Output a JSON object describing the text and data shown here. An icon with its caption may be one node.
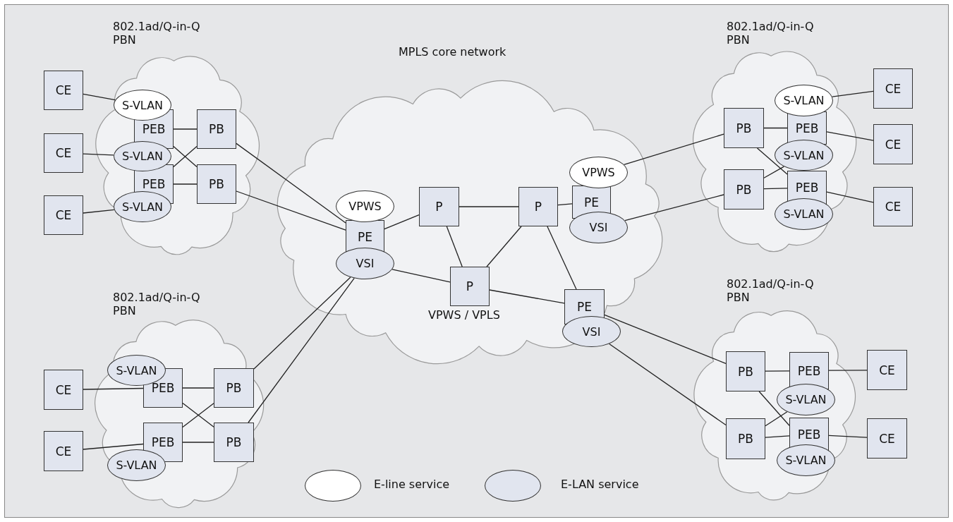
{
  "diagram": {
    "nodes": [
      {
        "text": [
          "802.1ad/Q-in-Q PBN"
        ]
      },
      {
        "text": [
          "CE"
        ]
      },
      {
        "text": [
          "S-VLAN"
        ],
        "in": 0
      },
      {
        "text": [
          "PEB"
        ],
        "in": 0
      },
      {
        "text": [
          "PB"
        ],
        "in": 0
      },
      {
        "text": [
          "CE"
        ]
      },
      {
        "text": [
          "S-VLAN"
        ],
        "in": 0
      },
      {
        "text": [
          "PEB"
        ],
        "in": 0
      },
      {
        "text": [
          "PB"
        ],
        "in": 0
      },
      {
        "text": [
          "CE"
        ]
      },
      {
        "text": [
          "S-VLAN"
        ],
        "in": 0
      },
      {
        "text": [
          "MPLS core network",
          "VPWS / VPLS"
        ]
      },
      {
        "text": [
          "VPWS"
        ],
        "in": 11
      },
      {
        "text": [
          "PE"
        ],
        "in": 11
      },
      {
        "text": [
          "VSI"
        ],
        "in": 11
      },
      {
        "text": [
          "P"
        ],
        "in": 11
      },
      {
        "text": [
          "P"
        ],
        "in": 11
      },
      {
        "text": [
          "VPWS"
        ],
        "in": 11
      },
      {
        "text": [
          "PE"
        ],
        "in": 11
      },
      {
        "text": [
          "VSI"
        ],
        "in": 11
      },
      {
        "text": [
          "P"
        ],
        "in": 11
      },
      {
        "text": [
          "PE"
        ],
        "in": 11
      },
      {
        "text": [
          "VSI"
        ],
        "in": 11
      },
      {
        "text": [
          "802.1ad/Q-in-Q PBN"
        ]
      },
      {
        "text": [
          "S-VLAN"
        ],
        "in": 23
      },
      {
        "text": [
          "PB"
        ],
        "in": 23
      },
      {
        "text": [
          "PEB"
        ],
        "in": 23
      },
      {
        "text": [
          "S-VLAN"
        ],
        "in": 23
      },
      {
        "text": [
          "PB"
        ],
        "in": 23
      },
      {
        "text": [
          "PEB"
        ],
        "in": 23
      },
      {
        "text": [
          "S-VLAN"
        ],
        "in": 23
      },
      {
        "text": [
          "CE"
        ]
      },
      {
        "text": [
          "CE"
        ]
      },
      {
        "text": [
          "CE"
        ]
      },
      {
        "text": [
          "802.1ad/Q-in-Q PBN"
        ]
      },
      {
        "text": [
          "S-VLAN"
        ],
        "in": 34
      },
      {
        "text": [
          "CE"
        ]
      },
      {
        "text": [
          "PEB"
        ],
        "in": 34
      },
      {
        "text": [
          "PB"
        ],
        "in": 34
      },
      {
        "text": [
          "CE"
        ]
      },
      {
        "text": [
          "PEB"
        ],
        "in": 34
      },
      {
        "text": [
          "PB"
        ],
        "in": 34
      },
      {
        "text": [
          "S-VLAN"
        ],
        "in": 34
      },
      {
        "text": [
          "802.1ad/Q-in-Q PBN"
        ]
      },
      {
        "text": [
          "PB"
        ],
        "in": 43
      },
      {
        "text": [
          "PEB"
        ],
        "in": 43
      },
      {
        "text": [
          "CE"
        ]
      },
      {
        "text": [
          "S-VLAN"
        ],
        "in": 43
      },
      {
        "text": [
          "PB"
        ],
        "in": 43
      },
      {
        "text": [
          "PEB"
        ],
        "in": 43
      },
      {
        "text": [
          "CE"
        ]
      },
      {
        "text": [
          "S-VLAN"
        ],
        "in": 43
      }
    ],
    "edges": [
      {
        "from": 1,
        "to": 2,
        "arrow": "none"
      },
      {
        "from": 5,
        "to": 6,
        "arrow": "none"
      },
      {
        "from": 9,
        "to": 10,
        "arrow": "none"
      },
      {
        "from": 3,
        "to": 4,
        "arrow": "none"
      },
      {
        "from": 3,
        "to": 8,
        "arrow": "none"
      },
      {
        "from": 7,
        "to": 4,
        "arrow": "none"
      },
      {
        "from": 7,
        "to": 8,
        "arrow": "none"
      },
      {
        "from": 4,
        "to": 13,
        "arrow": "none"
      },
      {
        "from": 8,
        "to": 13,
        "arrow": "none"
      },
      {
        "from": 13,
        "to": 15,
        "arrow": "none"
      },
      {
        "from": 14,
        "to": 20,
        "arrow": "none"
      },
      {
        "from": 15,
        "to": 16,
        "arrow": "none"
      },
      {
        "from": 15,
        "to": 20,
        "arrow": "none"
      },
      {
        "from": 16,
        "to": 20,
        "arrow": "none"
      },
      {
        "from": 16,
        "to": 18,
        "arrow": "none"
      },
      {
        "from": 16,
        "to": 21,
        "arrow": "none"
      },
      {
        "from": 20,
        "to": 21,
        "arrow": "none"
      },
      {
        "from": 17,
        "to": 25,
        "arrow": "none"
      },
      {
        "from": 19,
        "to": 28,
        "arrow": "none"
      },
      {
        "from": 24,
        "to": 31,
        "arrow": "none"
      },
      {
        "from": 26,
        "to": 32,
        "arrow": "none"
      },
      {
        "from": 29,
        "to": 33,
        "arrow": "none"
      },
      {
        "from": 25,
        "to": 26,
        "arrow": "none"
      },
      {
        "from": 25,
        "to": 29,
        "arrow": "none"
      },
      {
        "from": 28,
        "to": 27,
        "arrow": "none"
      },
      {
        "from": 28,
        "to": 29,
        "arrow": "none"
      },
      {
        "from": 38,
        "to": 14,
        "arrow": "none"
      },
      {
        "from": 41,
        "to": 14,
        "arrow": "none"
      },
      {
        "from": 36,
        "to": 37,
        "arrow": "none"
      },
      {
        "from": 39,
        "to": 40,
        "arrow": "none"
      },
      {
        "from": 37,
        "to": 38,
        "arrow": "none"
      },
      {
        "from": 37,
        "to": 41,
        "arrow": "none"
      },
      {
        "from": 40,
        "to": 38,
        "arrow": "none"
      },
      {
        "from": 40,
        "to": 41,
        "arrow": "none"
      },
      {
        "from": 21,
        "to": 44,
        "arrow": "none"
      },
      {
        "from": 22,
        "to": 48,
        "arrow": "none"
      },
      {
        "from": 44,
        "to": 45,
        "arrow": "none"
      },
      {
        "from": 45,
        "to": 46,
        "arrow": "none"
      },
      {
        "from": 44,
        "to": 49,
        "arrow": "none"
      },
      {
        "from": 48,
        "to": 47,
        "arrow": "none"
      },
      {
        "from": 48,
        "to": 49,
        "arrow": "none"
      },
      {
        "from": 49,
        "to": 50,
        "arrow": "none"
      }
    ],
    "legend": [
      {
        "text": "E-line service",
        "color": "#ffffff"
      },
      {
        "text": "E-LAN service",
        "color": "#e1e5ef"
      }
    ]
  }
}
